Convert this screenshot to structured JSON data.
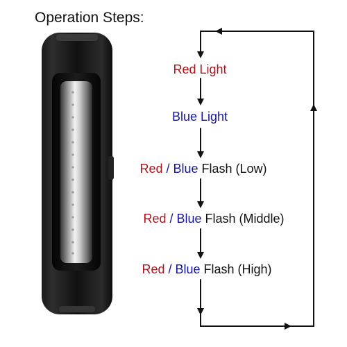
{
  "title": "Operation Steps:",
  "colors": {
    "red": "#b0121b",
    "blue": "#16169a",
    "text": "#111111"
  },
  "steps": [
    {
      "red": "Red Light",
      "sep": "",
      "blue": "",
      "rest": ""
    },
    {
      "red": "",
      "sep": "",
      "blue": "Blue Light",
      "rest": ""
    },
    {
      "red": "Red",
      "sep": " / ",
      "blue": "Blue",
      "rest": " Flash (Low)"
    },
    {
      "red": "Red",
      "sep": " / ",
      "blue": "Blue",
      "rest": " Flash (Middle)"
    },
    {
      "red": "Red",
      "sep": " / ",
      "blue": "Blue",
      "rest": " Flash (High)"
    }
  ]
}
